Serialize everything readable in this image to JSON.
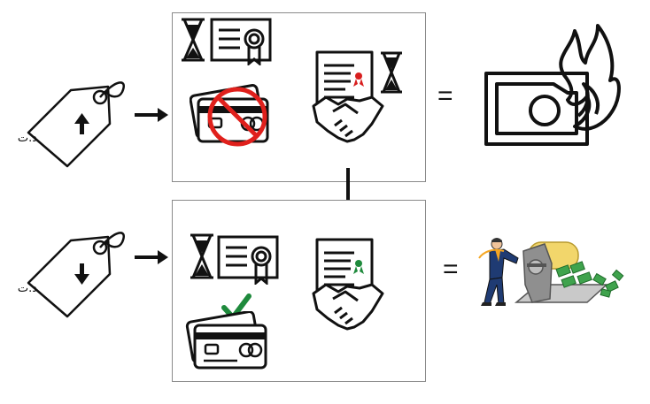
{
  "top_row": {
    "price_tag_label": "د.ت",
    "price_direction": "up",
    "credit_status": "restricted",
    "equals_sign": "=",
    "outcome_icon": "burning-money-icon"
  },
  "bottom_row": {
    "price_tag_label": "د.ت",
    "price_direction": "down",
    "credit_status": "approved",
    "equals_sign": "=",
    "outcome_icon": "man-printing-money-illustration"
  },
  "icons": {
    "hourglass": "hourglass-icon",
    "certificate": "certificate-icon",
    "credit_cards": "credit-cards-icon",
    "contract_handshake": "contract-handshake-icon",
    "prohibited": "prohibited-sign-icon",
    "checkmark": "checkmark-icon"
  },
  "colors": {
    "prohibited_red": "#e0201c",
    "check_green": "#1e8a3c",
    "contract_seal_red": "#d81e1e",
    "contract_seal_green": "#1e8a3c",
    "money_green": "#3fa34d",
    "press_yellow": "#f2d66b",
    "ink": "#111111"
  }
}
